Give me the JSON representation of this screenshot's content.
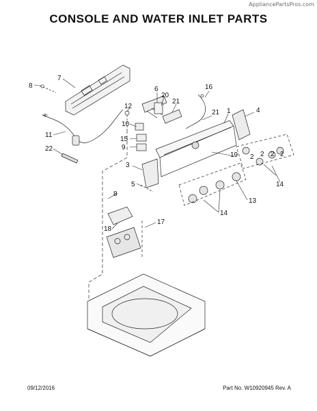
{
  "watermark": "AppliancePartsPros.com",
  "title": "CONSOLE AND WATER INLET PARTS",
  "footer": {
    "date": "09/12/2016",
    "part_number": "Part No. W10920945  Rev. A"
  },
  "callouts": {
    "c1": "1",
    "c2a": "2",
    "c2b": "2",
    "c2c": "2",
    "c2d": "2",
    "c3": "3",
    "c4": "4",
    "c5": "5",
    "c6": "6",
    "c7": "7",
    "c8a": "8",
    "c8b": "8",
    "c9": "9",
    "c10": "10",
    "c11": "11",
    "c12": "12",
    "c13": "13",
    "c14a": "14",
    "c14b": "14",
    "c15": "15",
    "c16": "16",
    "c17": "17",
    "c18": "18",
    "c19": "19",
    "c20": "20",
    "c21a": "21",
    "c21b": "21",
    "c22": "22"
  }
}
